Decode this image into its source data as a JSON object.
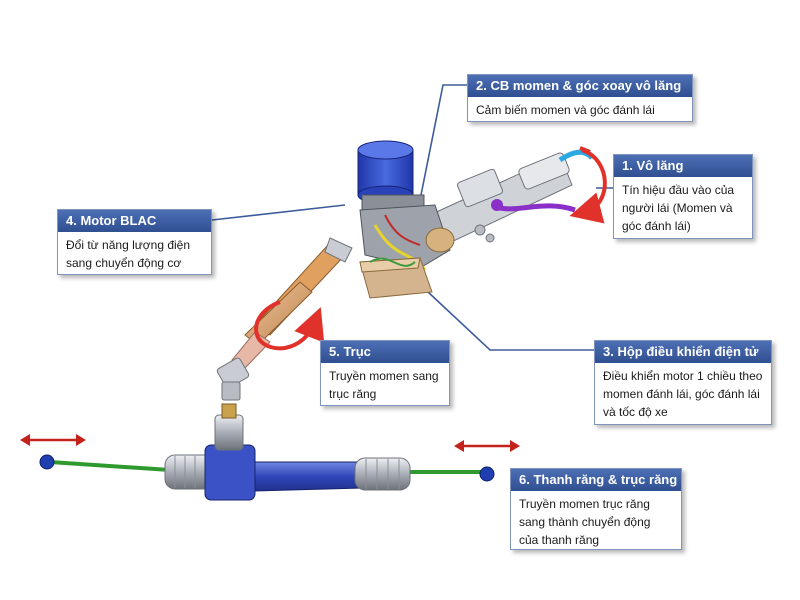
{
  "callouts": [
    {
      "title": "1. Vô lăng",
      "text": "Tín hiệu đầu vào của người lái (Momen và góc đánh lái)"
    },
    {
      "title": "2. CB momen & góc xoay vô lăng",
      "text": "Cảm biến momen và góc đánh lái"
    },
    {
      "title": "3. Hộp điều khiển điện tử",
      "text": "Điều khiển motor 1 chiều theo momen đánh lái, góc đánh lái và tốc độ xe"
    },
    {
      "title": "4. Motor BLAC",
      "text": "Đổi từ năng lượng điện sang chuyển động cơ"
    },
    {
      "title": "5. Trục",
      "text": "Truyền momen sang trục răng"
    },
    {
      "title": "6. Thanh răng & trục răng",
      "text": "Truyền momen trục răng sang thành chuyển động của thanh răng"
    }
  ],
  "colors": {
    "header": "#3a5ca0",
    "leader_line": "#3d5c9c",
    "rotation_arrow": "#e0322a",
    "travel_arrow": "#c4221c",
    "motor": "#2e4cc4",
    "rack_body": "#3d55c8",
    "tie_rod": "#2e9a2e",
    "wheel_column": "#c8ccd2",
    "ecu_box": "#d4b48e"
  },
  "icons": [
    "steering-wheel-rotation-arrow",
    "shaft-rotation-arrow",
    "left-travel-arrow",
    "right-travel-arrow"
  ]
}
